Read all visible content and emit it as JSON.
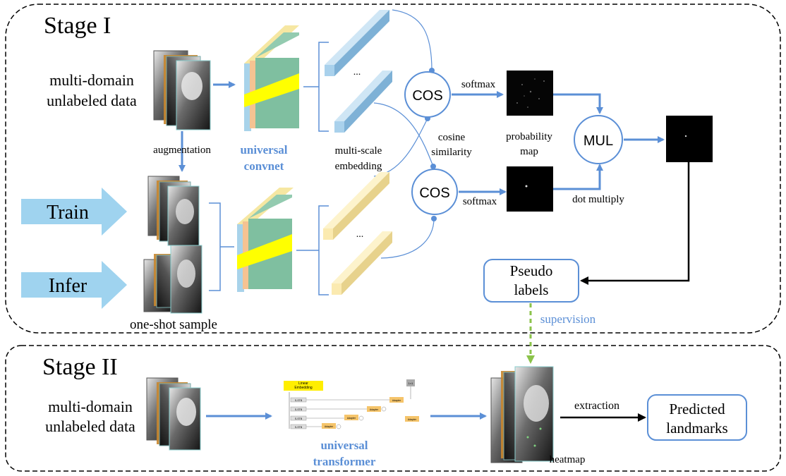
{
  "stage1": {
    "title": "Stage I",
    "input_label_line1": "multi-domain",
    "input_label_line2": "unlabeled data",
    "augmentation": "augmentation",
    "convnet_line1": "universal",
    "convnet_line2": "convnet",
    "embedding_line1": "multi-scale",
    "embedding_line2": "embedding",
    "cos_top": "COS",
    "cos_bottom": "COS",
    "cosine_line1": "cosine",
    "cosine_line2": "similarity",
    "softmax_top": "softmax",
    "softmax_bottom": "softmax",
    "prob_line1": "probability",
    "prob_line2": "map",
    "mul": "MUL",
    "dot_multiply": "dot multiply",
    "train": "Train",
    "infer": "Infer",
    "one_shot": "one-shot sample",
    "pseudo_line1": "Pseudo",
    "pseudo_line2": "labels",
    "supervision": "supervision",
    "ellipsis": "..."
  },
  "stage2": {
    "title": "Stage II",
    "input_label_line1": "multi-domain",
    "input_label_line2": "unlabeled data",
    "transformer_line1": "universal",
    "transformer_line2": "transformer",
    "heatmap": "heatmap",
    "extraction": "extraction",
    "predicted_line1": "Predicted",
    "predicted_line2": "landmarks",
    "mini_linear_line1": "Linear",
    "mini_linear_line2": "Embedding",
    "mini_stb": "S-STB",
    "mini_adapter": "Adapter",
    "mini_fc": "1×1"
  },
  "colors": {
    "accent_blue": "#5b8fd6",
    "arrow_blue": "#5b8fd6",
    "label_blue": "#5b8fd6",
    "green_dash": "#8bc34a",
    "yellow": "#ffff00",
    "conv_green": "#7fbfa0",
    "embed_blue": "#a9d1ec",
    "embed_yellow": "#fbeab0",
    "train_arrow": "#9fd3ef"
  }
}
